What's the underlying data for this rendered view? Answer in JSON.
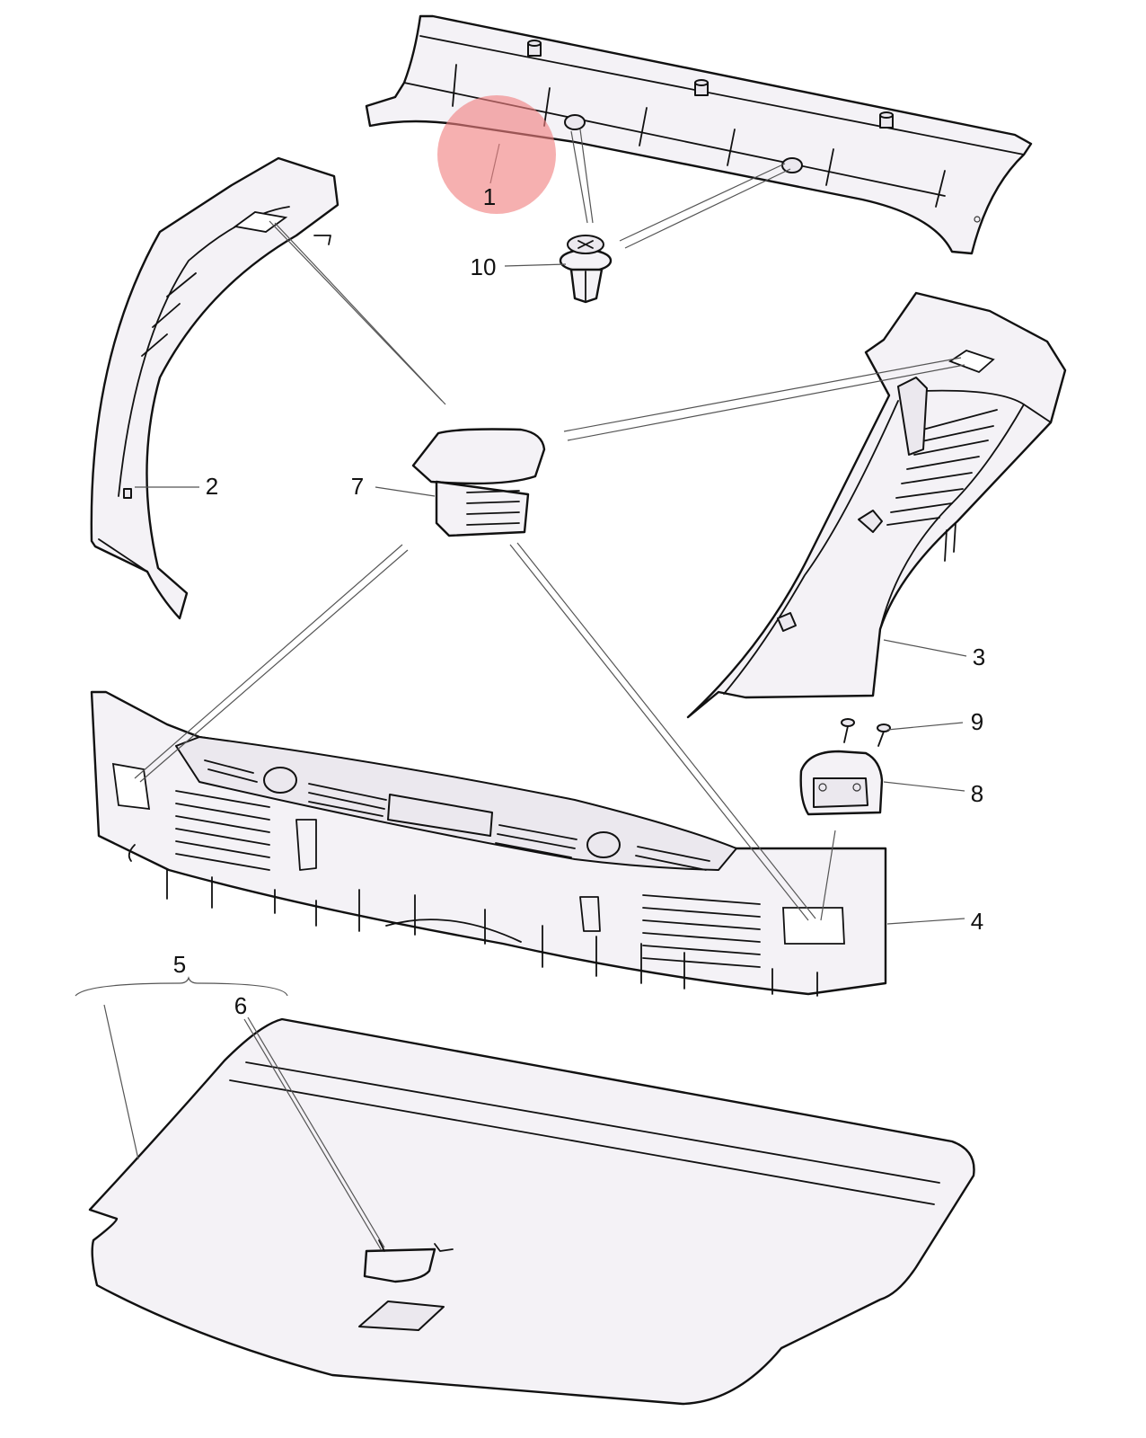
{
  "labels": {
    "part1": "1",
    "part2": "2",
    "part3": "3",
    "part4": "4",
    "part5": "5",
    "part6": "6",
    "part7": "7",
    "part8": "8",
    "part9": "9",
    "part10": "10"
  },
  "colors": {
    "highlight": "#f08080",
    "line": "#111111",
    "fill": "#f4f2f6"
  }
}
